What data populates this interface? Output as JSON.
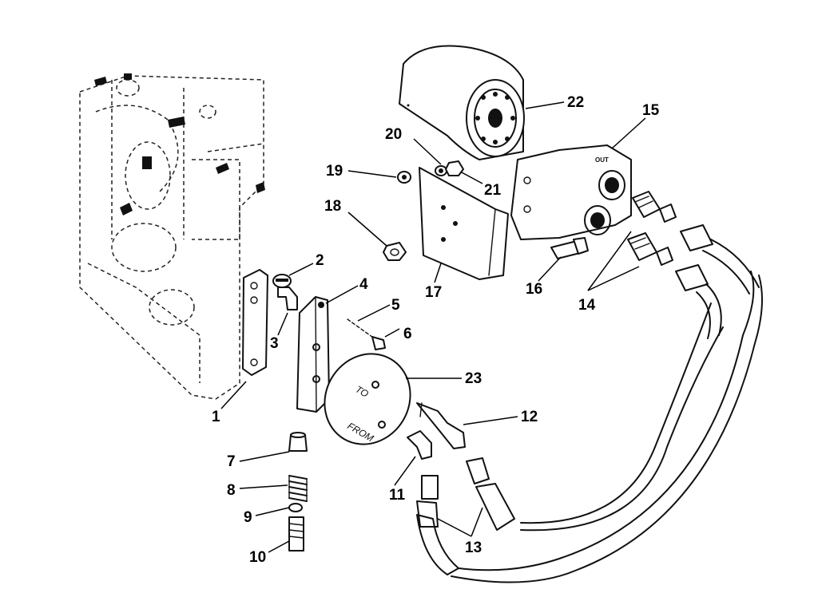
{
  "callouts": {
    "c1": "1",
    "c2": "2",
    "c3": "3",
    "c4": "4",
    "c5": "5",
    "c6": "6",
    "c7": "7",
    "c8": "8",
    "c9": "9",
    "c10": "10",
    "c11": "11",
    "c12": "12",
    "c13": "13",
    "c14": "14",
    "c15": "15",
    "c16": "16",
    "c17": "17",
    "c18": "18",
    "c19": "19",
    "c20": "20",
    "c21": "21",
    "c22": "22",
    "c23": "23"
  },
  "plate_labels": {
    "to": "TO",
    "from": "FROM"
  },
  "port_label": "OUT"
}
